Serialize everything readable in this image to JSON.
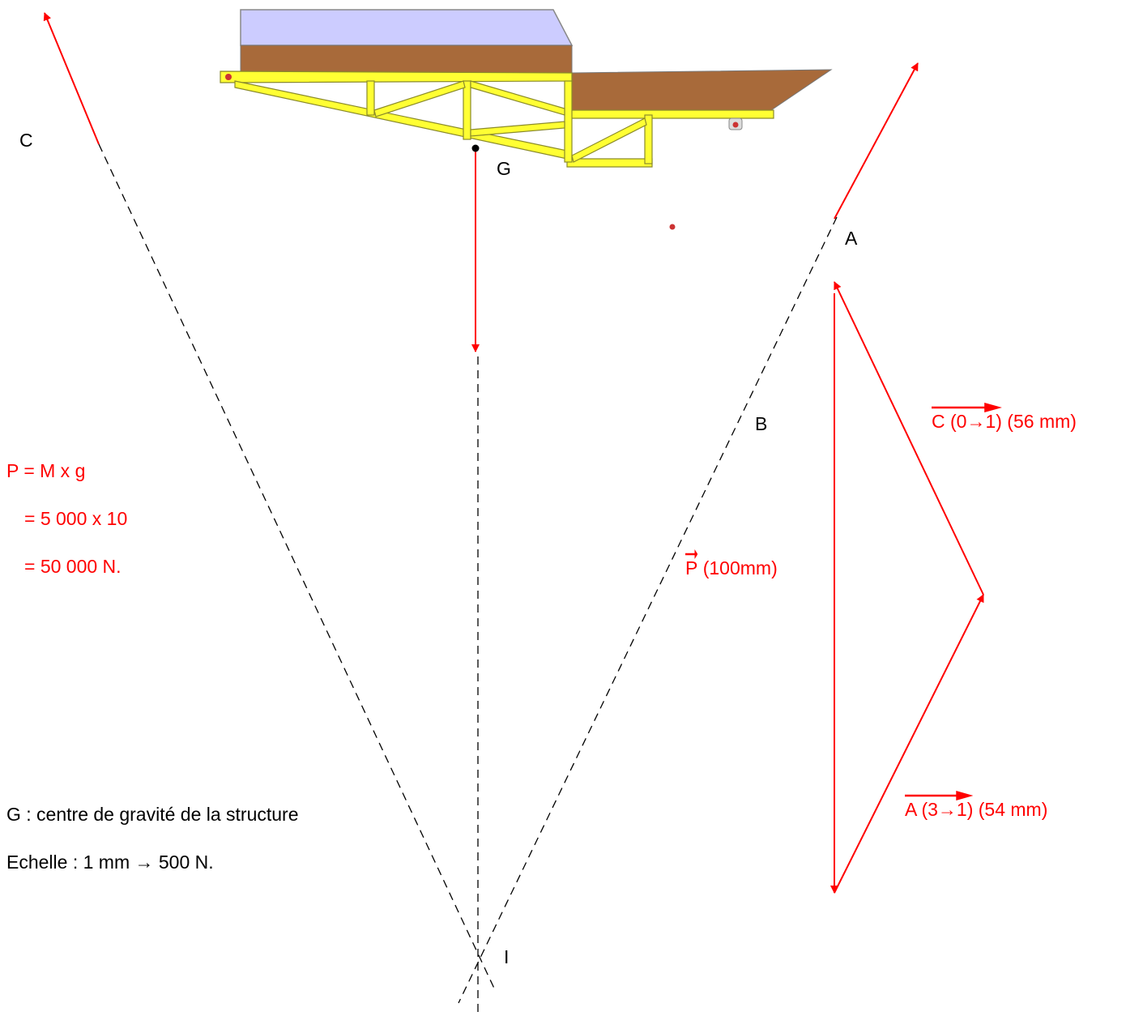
{
  "points": {
    "C": "C",
    "G": "G",
    "A": "A",
    "B": "B",
    "I": "I"
  },
  "formula": {
    "line1": "P = M x g",
    "line2": "= 5 000 x 10",
    "line3": "= 50 000 N."
  },
  "notes": {
    "gravity": "G : centre de gravité de la structure",
    "scale": "Echelle : 1 mm → 500 N."
  },
  "vectors": {
    "P": {
      "name": "P",
      "suffix": " (100mm)"
    },
    "C": {
      "name": "C",
      "rest": " (0→1)",
      "suffix": " (56 mm)"
    },
    "A": {
      "name": "A",
      "rest": " (3→1)",
      "suffix": " (54 mm)"
    }
  },
  "colors": {
    "force": "#ff0000",
    "truss": "#ffff33",
    "deck": "#a86a3a",
    "load": "#ccccff"
  }
}
